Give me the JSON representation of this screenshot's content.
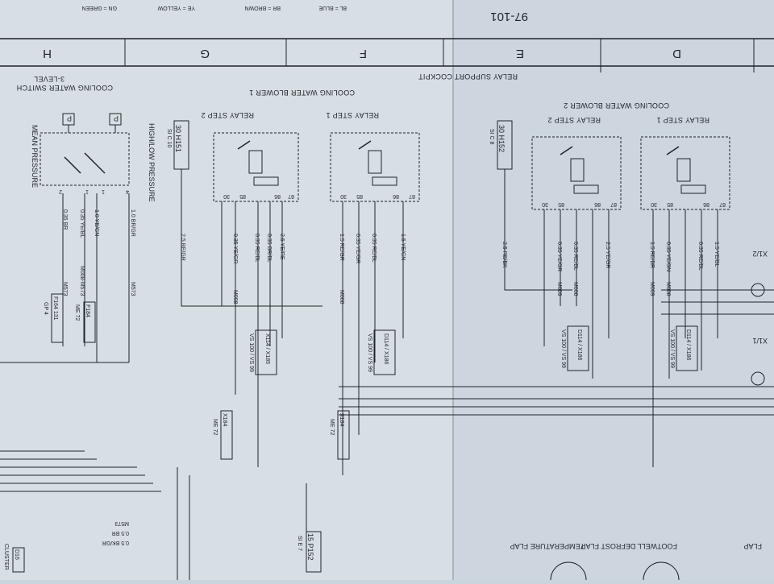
{
  "header": {
    "page_number": "97-101",
    "color_legend": [
      "GN = GREEN",
      "YE = YELLOW",
      "BR = BROWN",
      "BL = BLUE"
    ]
  },
  "zones": [
    "H",
    "G",
    "F",
    "E",
    "D"
  ],
  "titles": {
    "relay_support": "RELAY SUPPORT COCKPIT",
    "blower_1": "COOLING WATER BLOWER 1",
    "blower_2": "COOLING WATER BLOWER 2",
    "switch_line1": "3-LEVEL",
    "switch_line2": "COOLING WATER SWITCH"
  },
  "relays": {
    "g_step2": "RELAY STEP 2",
    "f_step1": "RELAY STEP 1",
    "e_step2": "RELAY STEP 2",
    "d_step1": "RELAY STEP 1"
  },
  "pins": [
    "30",
    "87",
    "85",
    "86"
  ],
  "switch": {
    "high_low": "HIGH/LOW PRESSURE",
    "mean": "MEAN PRESSURE",
    "p": "P",
    "pins": [
      "2",
      "1",
      "1",
      "4"
    ]
  },
  "fuses": {
    "h151": "30 H151",
    "h151_side": "SI C 10",
    "h152": "30 H152",
    "h152_side": "SI C 8",
    "p152": "15 P152",
    "p152_side": "SI E 7"
  },
  "wires": {
    "h_1": "0.35 BR",
    "h_2": "0.35 YE/BL",
    "h_3": "1.0 YE/GN",
    "h_4": "1.0 BR/GR",
    "h_5": "M573",
    "h_6": "M008-M573",
    "h_7": "M008",
    "g_1": "2.5 RE/GR",
    "g_2": "0.35 YE/GR",
    "g_3": "0.35 RE/BL",
    "g_4": "0.35 BR/BL",
    "g_5": "2.5 YE/RE",
    "g_6": "M008",
    "f_1": "1.5 RE/GR",
    "f_2": "0.35 YE/GR",
    "f_3": "0.35 RE/BL",
    "f_4": "1.5 YE/GN",
    "f_5": "M008",
    "e_1": "2.5 RE/BK",
    "e_2": "0.35 YE/GR",
    "e_3": "0.35 RE/BL",
    "e_4": "2.5 YE/GR",
    "e_5": "M009",
    "e_6": "M008",
    "d_1": "1.5 RE/BR",
    "d_2": "0.35 YE/GN",
    "d_3": "0.35 RE/BL",
    "d_4": "1.5 YE/BL",
    "d_5": "M009",
    "d_6": "M008",
    "bottom_1": "M573",
    "bottom_2": "0.5 BR",
    "bottom_3": "0.5 BK/GR"
  },
  "connectors": {
    "h_a": "F164 131",
    "h_a_side": "GP 4",
    "h_b": "F184",
    "h_b_side": "ME 72",
    "g_a": "X114 / X185",
    "g_a_side": "VS 100 / VS 99",
    "g_b": "X184",
    "g_b_side": "ME 72",
    "f_a": "D114 / X186",
    "f_a_side": "VS 100 / VS 99",
    "f_b": "X184",
    "f_b_side": "ME 72",
    "e_a": "D114 / X186",
    "e_a_side": "VS 100 / VS 99",
    "d_a": "D114 / X186",
    "d_a_side": "VS 100 / VS 99",
    "x1_2": "X1/2",
    "x1_1": "X1/1",
    "cluster": "CLUSTER",
    "cluster_id": "D16"
  },
  "bottom_labels": {
    "temperature": "TEMPERATURE FLAP",
    "footwell": "FOOTWELL DEFROST FLAP",
    "flap": "FLAP"
  }
}
